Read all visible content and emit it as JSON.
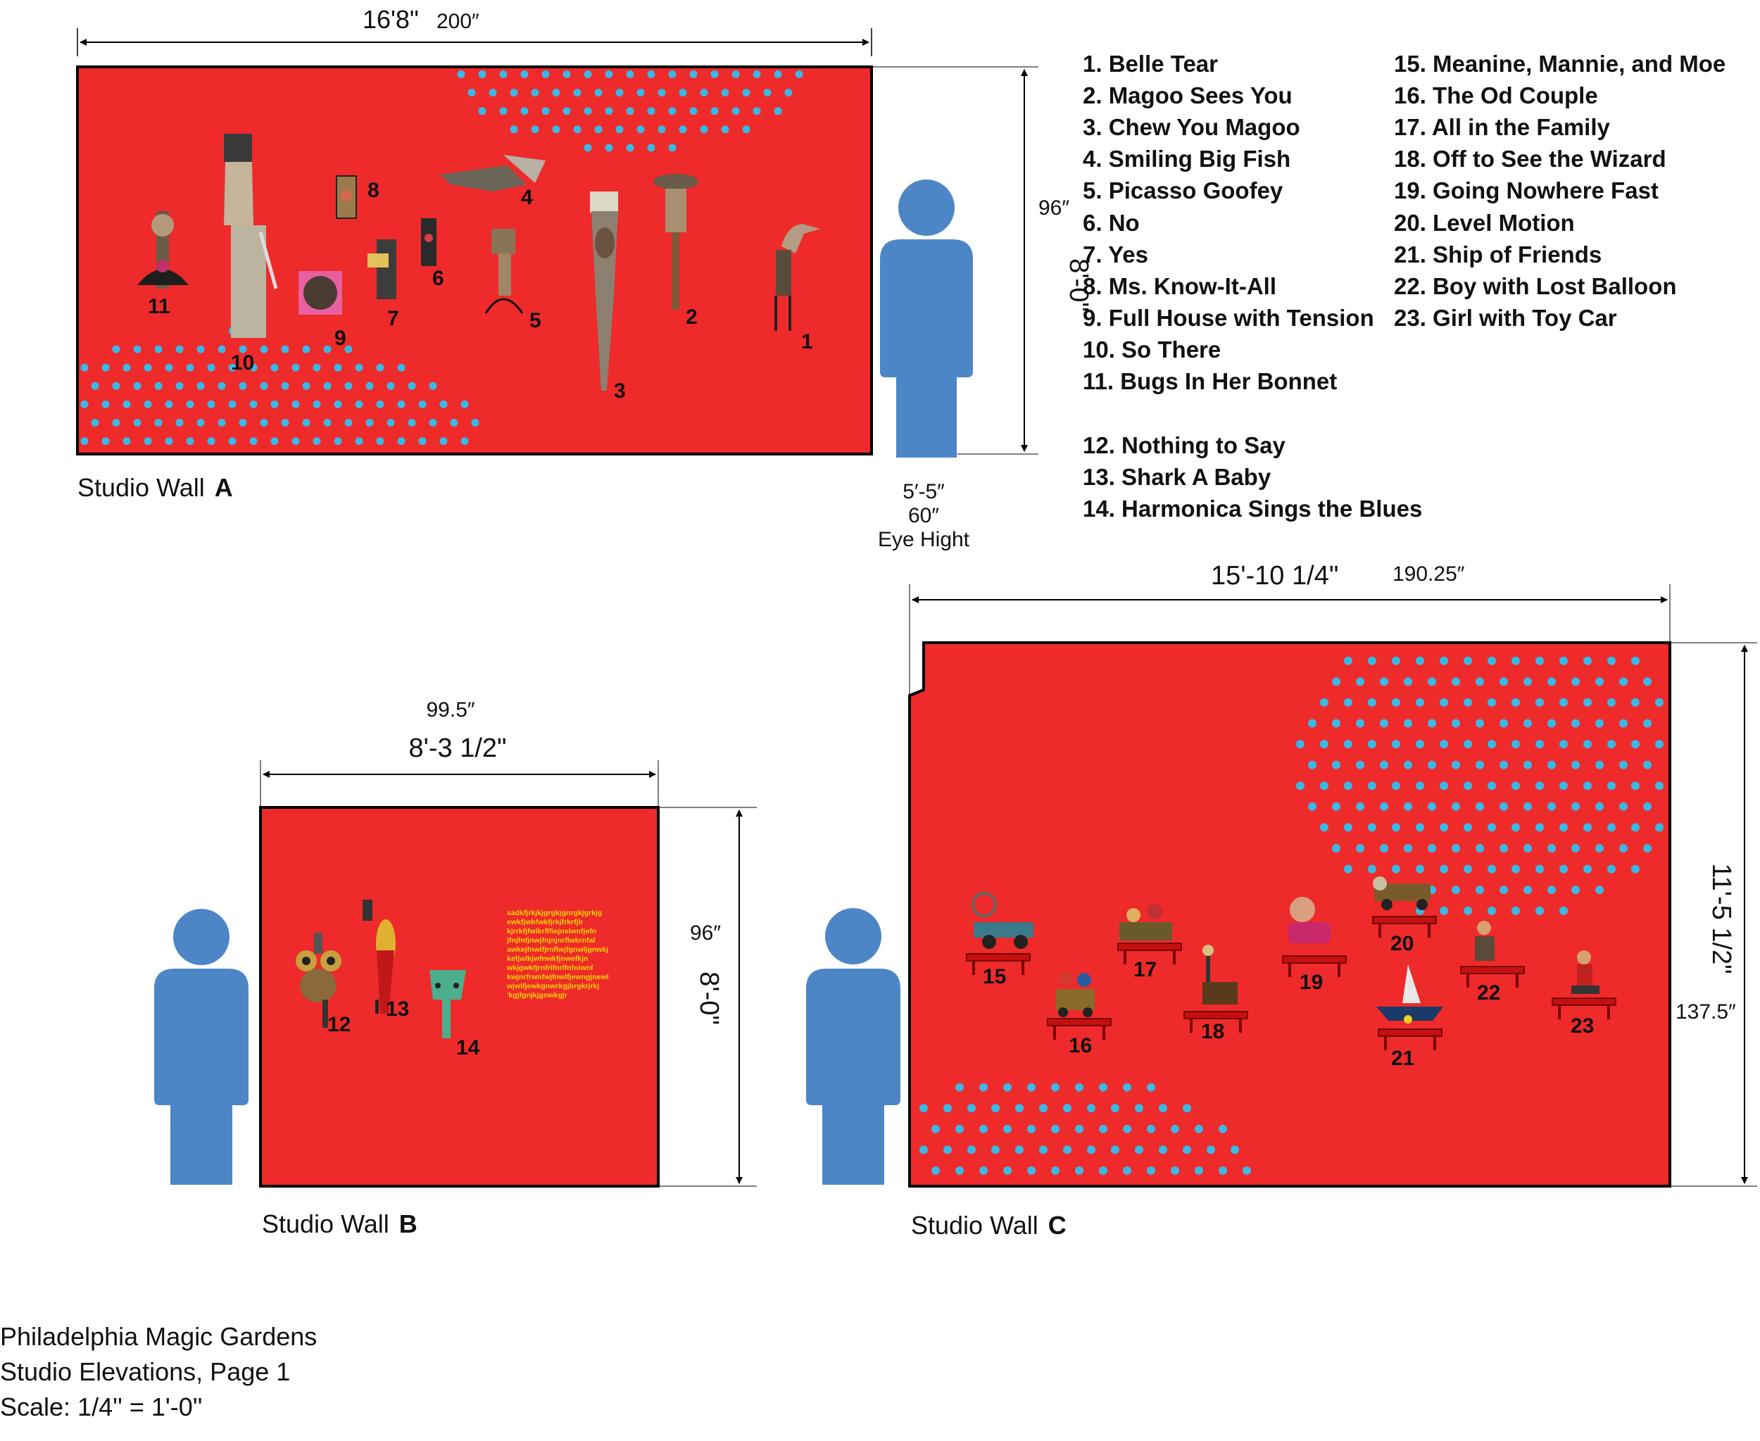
{
  "colors": {
    "wall": "#ee2a2a",
    "dot": "#3ab8e6",
    "figure": "#4d86c6",
    "shelf": "#c41010",
    "outline": "#000000"
  },
  "walls": {
    "a": {
      "label": "Studio Wall",
      "letter": "A",
      "width_dim": "16'8\"",
      "width_inches": "200″",
      "height_inches": "96″",
      "height_dim": "8'-0\"",
      "eye_dim": "5′-5″",
      "eye_inches": "60″",
      "eye_label": "Eye Hight",
      "art_numbers": [
        "1",
        "2",
        "3",
        "4",
        "5",
        "6",
        "7",
        "8",
        "9",
        "10",
        "11"
      ]
    },
    "b": {
      "label": "Studio Wall",
      "letter": "B",
      "width_inches": "99.5″",
      "width_dim": "8'-3 1/2\"",
      "height_inches": "96″",
      "height_dim": "8'-0\"",
      "placard_lines": [
        "sadkfjrkjkjgrgkjgnrgkjgrkjg",
        "ewkfjwbfwkfjrkjfrkrfjb",
        "kjrrkfjfwlkrflfiejnelwnfjefn",
        "jfnjfnfjnwjfnjnjnrflwkrnfal",
        "awkejfnwlfjrnflwjfgnwljgnwkj",
        "kefjwlkjwfnwkfjnwefkjn",
        "wkjgwkfjrnfrlfnrlfnfoiwnf",
        "kwjnrfrwnfwjfnwlfjewngjnewl",
        "wjwlfjewkgnwrkgjbrgkrjrkj",
        "'kgjfgnjkjgnwkgjr"
      ],
      "art_numbers": [
        "12",
        "13",
        "14"
      ]
    },
    "c": {
      "label": "Studio Wall",
      "letter": "C",
      "width_dim": "15'-10 1/4\"",
      "width_inches": "190.25″",
      "height_dim": "11'-5 1/2\"",
      "height_inches": "137.5″",
      "art_numbers": [
        "15",
        "16",
        "17",
        "18",
        "19",
        "20",
        "21",
        "22",
        "23"
      ]
    }
  },
  "legend": [
    "1. Belle Tear",
    "2. Magoo Sees You",
    "3. Chew You Magoo",
    "4. Smiling Big Fish",
    "5. Picasso Goofey",
    "6. No",
    "7. Yes",
    "8. Ms. Know-It-All",
    "9. Full House with Tension",
    "10. So There",
    "11. Bugs In Her Bonnet",
    "12. Nothing to Say",
    "13. Shark A Baby",
    "14. Harmonica Sings the Blues",
    "15. Meanine, Mannie, and Moe",
    "16. The Od Couple",
    "17. All in the Family",
    "18. Off to See the Wizard",
    "19. Going Nowhere Fast",
    "20. Level Motion",
    "21. Ship of Friends",
    "22. Boy with Lost Balloon",
    "23. Girl with Toy Car"
  ],
  "footer": {
    "line1": "Philadelphia Magic Gardens",
    "line2": "Studio Elevations, Page 1",
    "line3": "Scale: 1/4'' = 1'-0''"
  }
}
